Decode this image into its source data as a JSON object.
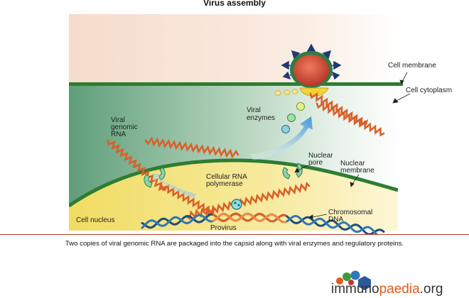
{
  "title": "Virus assembly",
  "labels": {
    "cell_membrane": "Cell membrane",
    "cell_cytoplasm": "Cell cytoplasm",
    "viral_enzymes": [
      "Viral",
      "enzymes"
    ],
    "viral_genomic_rna": [
      "Viral",
      "genomic",
      "RNA"
    ],
    "nuclear_pore": [
      "Nuclear",
      "pore"
    ],
    "nuclear_membrane": [
      "Nuclear",
      "membrane"
    ],
    "cellular_rna_polymerase": [
      "Cellular RNA",
      "polymerase"
    ],
    "cell_nucleus": "Cell nucleus",
    "chromosomal_dna": [
      "Chromosomal",
      "DNA"
    ],
    "provirus": "Provirus"
  },
  "caption": "Two copies of viral genomic RNA are packaged into the capsid along with viral enzymes and regulatory proteins.",
  "logo": {
    "prefix": "immuno",
    "accent": "paedia",
    "suffix": ".org"
  },
  "colors": {
    "membrane": "#2e7d32",
    "cytoplasm_left": "#5f9e7a",
    "nucleus": "#f3e27a",
    "rna": "#d9602a",
    "arrow": "#4fa3e0",
    "virus_core": "#d64a3a",
    "virus_shell": "#2f7d42",
    "spikes": "#1e3a7a",
    "accent": "#e05a1a"
  }
}
